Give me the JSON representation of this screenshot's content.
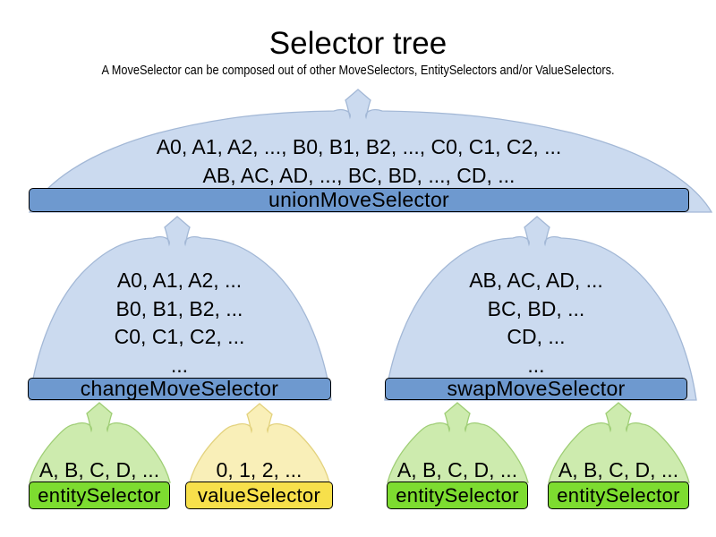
{
  "title": "Selector tree",
  "subtitle": "A MoveSelector can be composed out of other MoveSelectors, EntitySelectors and/or ValueSelectors.",
  "colors": {
    "background": "#ffffff",
    "text": "#000000",
    "bar_border": "#000000",
    "move_dome_fill": "#cbdaef",
    "move_dome_stroke": "#a3b8d6",
    "move_bar_fill": "#6e99cf",
    "entity_dome_fill": "#cdebae",
    "entity_dome_stroke": "#9fce76",
    "entity_bar_fill": "#7ddc30",
    "value_dome_fill": "#f9efb8",
    "value_dome_stroke": "#e3d27e",
    "value_bar_fill": "#f7e04b"
  },
  "nodes": {
    "union": {
      "label": "unionMoveSelector",
      "type": "move",
      "lines": [
        "A0, A1, A2, ..., B0, B1, B2, ..., C0, C1, C2, ...",
        "AB, AC, AD, ..., BC, BD, ..., CD, ..."
      ]
    },
    "change": {
      "label": "changeMoveSelector",
      "type": "move",
      "lines": [
        "A0, A1, A2, ...",
        "B0, B1, B2, ...",
        "C0, C1, C2, ...",
        "..."
      ]
    },
    "swap": {
      "label": "swapMoveSelector",
      "type": "move",
      "lines": [
        "AB, AC, AD, ...",
        "BC, BD, ...",
        "CD, ...",
        "..."
      ]
    },
    "entity1": {
      "label": "entitySelector",
      "type": "entity",
      "lines": [
        "A, B, C, D, ..."
      ]
    },
    "value1": {
      "label": "valueSelector",
      "type": "value",
      "lines": [
        "0, 1, 2, ..."
      ]
    },
    "entity2": {
      "label": "entitySelector",
      "type": "entity",
      "lines": [
        "A, B, C, D, ..."
      ]
    },
    "entity3": {
      "label": "entitySelector",
      "type": "entity",
      "lines": [
        "A, B, C, D, ..."
      ]
    }
  }
}
